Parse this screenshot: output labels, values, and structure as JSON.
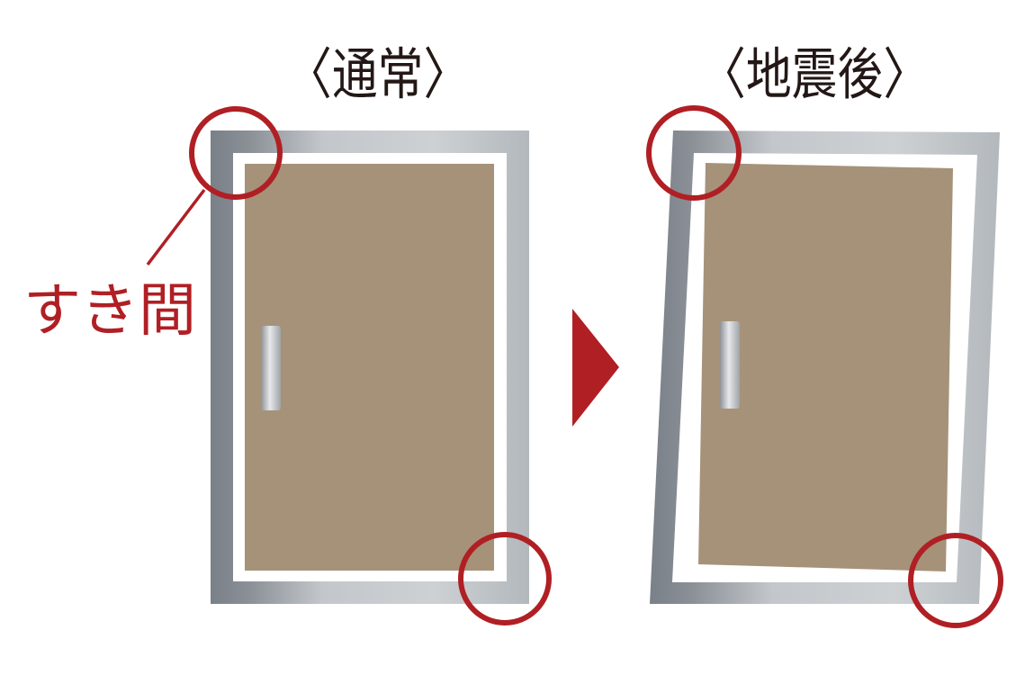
{
  "diagram": {
    "panels": [
      {
        "id": "normal",
        "title": "〈通常〉"
      },
      {
        "id": "after-earthquake",
        "title": "〈地震後〉"
      }
    ],
    "annotation": {
      "label": "すき間"
    },
    "colors": {
      "accent_red": "#b01f24",
      "door_panel": "#a59279",
      "frame_dark": "#7d838b",
      "frame_light": "#c9cdd1",
      "title_text": "#231815"
    },
    "arrow": {
      "direction": "right"
    }
  }
}
